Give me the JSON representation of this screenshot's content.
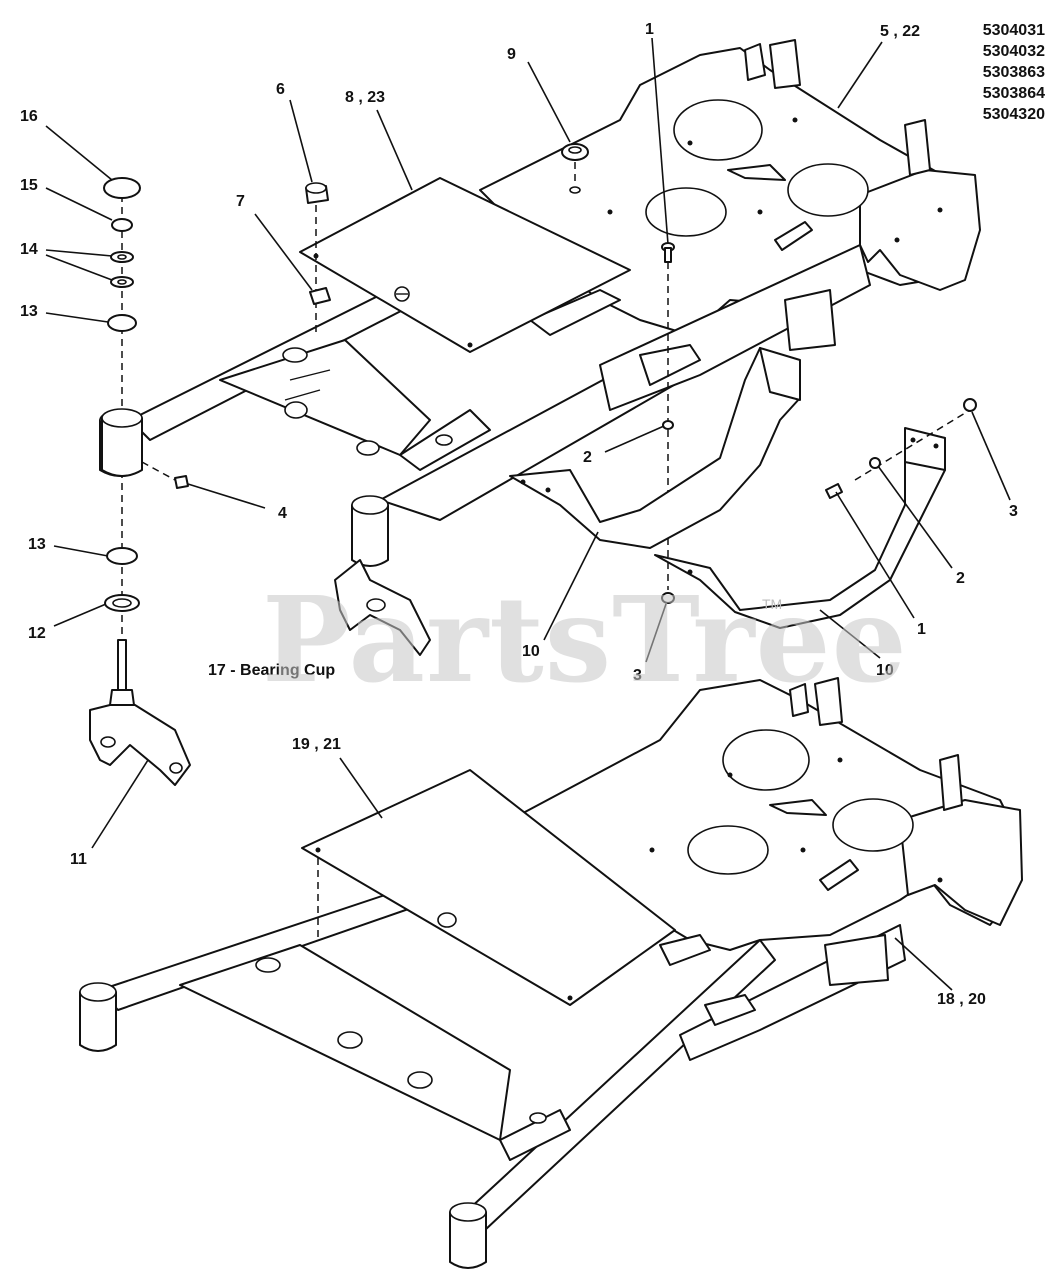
{
  "model_numbers": [
    "5304031",
    "5304032",
    "5303863",
    "5303864",
    "5304320"
  ],
  "watermark": "PartsTree",
  "watermark_tm": "TM",
  "callouts": {
    "c1_top": "1",
    "c5_22": "5 , 22",
    "c9": "9",
    "c6": "6",
    "c8_23": "8 , 23",
    "c16": "16",
    "c15": "15",
    "c14": "14",
    "c13_top": "13",
    "c7": "7",
    "c4": "4",
    "c2_mid": "2",
    "c3_right": "3",
    "c2_right": "2",
    "c1_right": "1",
    "c13_bot": "13",
    "c12": "12",
    "c10_left": "10",
    "c3_bot": "3",
    "c10_right": "10",
    "c17": "17 - Bearing Cup",
    "c11": "11",
    "c19_21": "19 , 21",
    "c18_20": "18 , 20"
  }
}
